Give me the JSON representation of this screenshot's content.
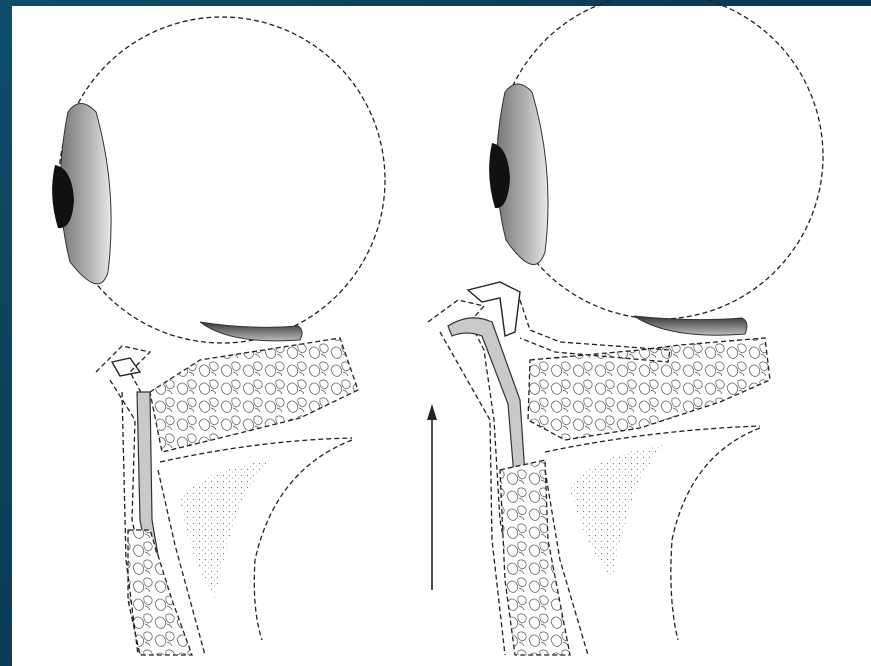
{
  "figure": {
    "panels": [
      {
        "state": "before"
      },
      {
        "state": "after"
      }
    ],
    "arrow_direction": "up"
  },
  "colors": {
    "background": "#0b3a55",
    "panel": "#ffffff",
    "ink": "#222222",
    "iris_dark": "#111111",
    "iris_gray": "#9a9a9a",
    "tendon_fill": "#c9c9c9"
  }
}
